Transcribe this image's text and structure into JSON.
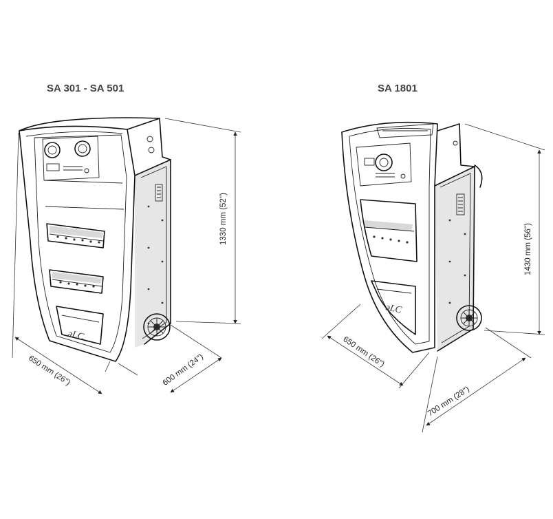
{
  "models": [
    {
      "title": "SA 301 - SA 501",
      "height_label": "1330 mm (52'')",
      "width_label": "650 mm (26'')",
      "depth_label": "600 mm (24'')"
    },
    {
      "title": "SA 1801",
      "height_label": "1430 mm (56'')",
      "width_label": "650 mm (26'')",
      "depth_label": "700 mm (28'')"
    }
  ]
}
